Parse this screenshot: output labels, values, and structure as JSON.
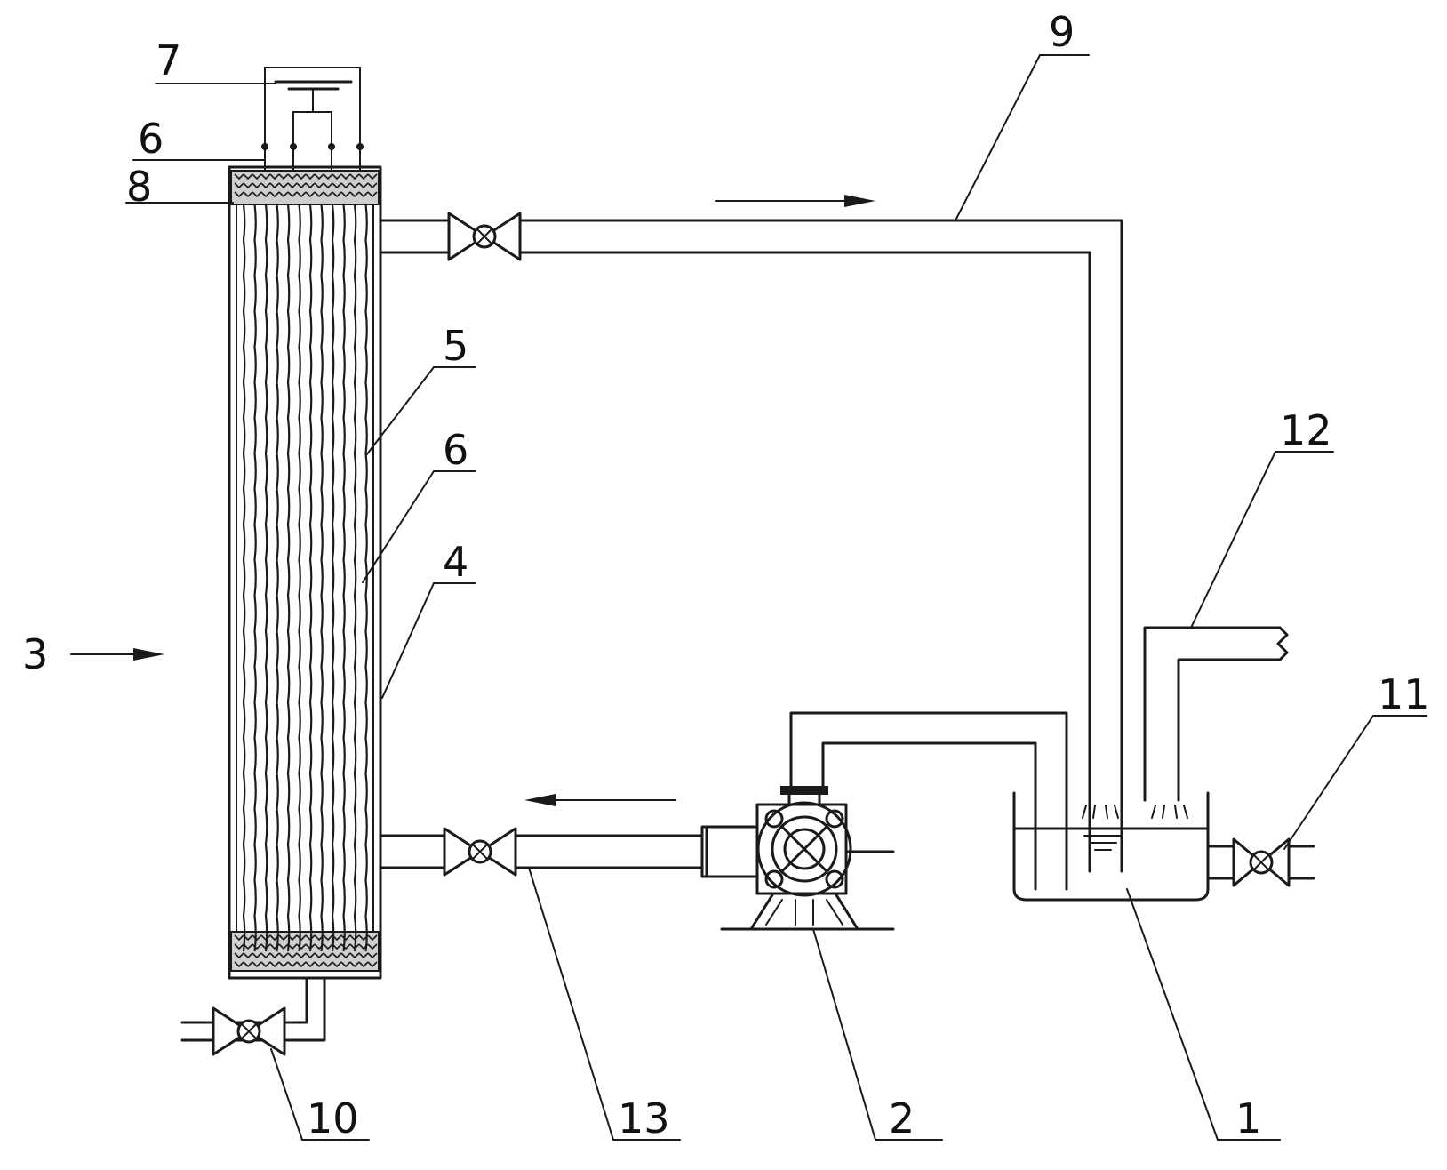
{
  "labels": {
    "l1": "1",
    "l2": "2",
    "l3": "3",
    "l4": "4",
    "l5": "5",
    "l6_top": "6",
    "l6_side": "6",
    "l7": "7",
    "l8": "8",
    "l9": "9",
    "l10": "10",
    "l11": "11",
    "l12": "12",
    "l13": "13"
  }
}
